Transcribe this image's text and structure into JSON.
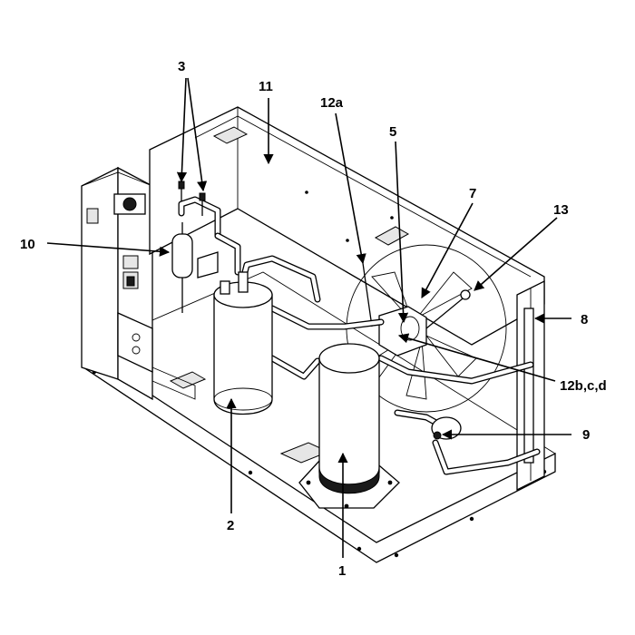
{
  "callouts": {
    "c1": "1",
    "c2": "2",
    "c3": "3",
    "c5": "5",
    "c7": "7",
    "c8": "8",
    "c9": "9",
    "c10": "10",
    "c11": "11",
    "c12a": "12a",
    "c12bcd": "12b,c,d",
    "c13": "13"
  }
}
